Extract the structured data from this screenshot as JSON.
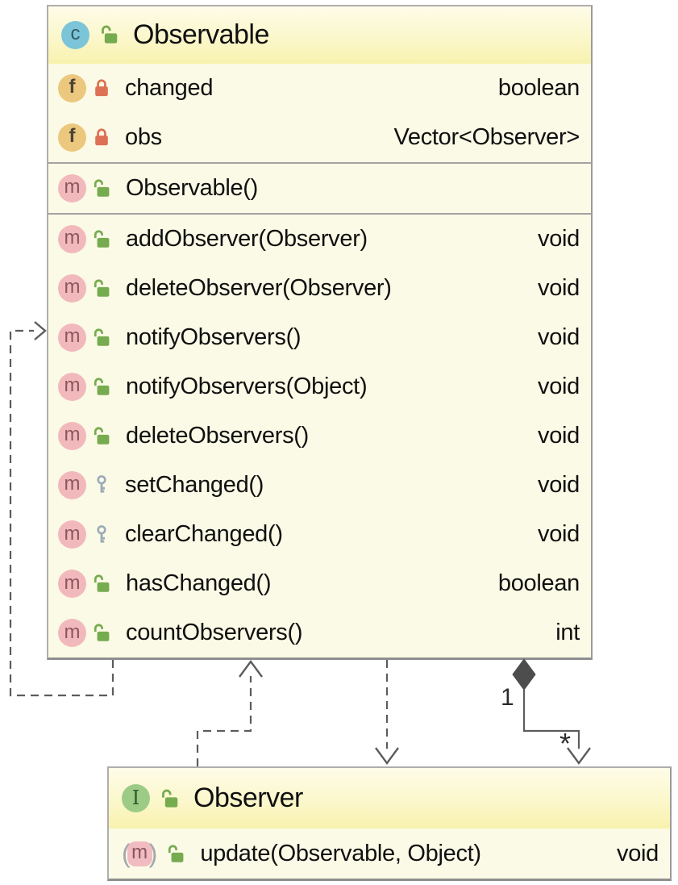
{
  "observable": {
    "kind": "class",
    "kind_letter": "c",
    "title": "Observable",
    "fields": [
      {
        "name": "changed",
        "type": "boolean",
        "visibility": "private"
      },
      {
        "name": "obs",
        "type": "Vector<Observer>",
        "visibility": "private"
      }
    ],
    "constructors": [
      {
        "name": "Observable()",
        "type": "",
        "visibility": "public"
      }
    ],
    "methods": [
      {
        "name": "addObserver(Observer)",
        "type": "void",
        "visibility": "public"
      },
      {
        "name": "deleteObserver(Observer)",
        "type": "void",
        "visibility": "public"
      },
      {
        "name": "notifyObservers()",
        "type": "void",
        "visibility": "public"
      },
      {
        "name": "notifyObservers(Object)",
        "type": "void",
        "visibility": "public"
      },
      {
        "name": "deleteObservers()",
        "type": "void",
        "visibility": "public"
      },
      {
        "name": "setChanged()",
        "type": "void",
        "visibility": "protected"
      },
      {
        "name": "clearChanged()",
        "type": "void",
        "visibility": "protected"
      },
      {
        "name": "hasChanged()",
        "type": "boolean",
        "visibility": "public"
      },
      {
        "name": "countObservers()",
        "type": "int",
        "visibility": "public"
      }
    ]
  },
  "observer": {
    "kind": "interface",
    "kind_letter": "I",
    "title": "Observer",
    "methods": [
      {
        "name": "update(Observable, Object)",
        "type": "void",
        "visibility": "public",
        "abstract": true
      }
    ]
  },
  "relations": {
    "aggregation": {
      "source_label": "1",
      "target_label": "*"
    }
  },
  "icons": {
    "class_letter": "c",
    "interface_letter": "I",
    "field_letter": "f",
    "method_letter": "m",
    "abstract_paren_left": "(",
    "abstract_paren_right": ")",
    "public_icon": "lock-open-icon",
    "private_icon": "lock-closed-icon",
    "protected_icon": "key-icon"
  },
  "colors": {
    "node_fill": "#fbfae6",
    "header_fill_top": "#fefce9",
    "header_fill_bottom": "#f8f2ae",
    "node_border": "#9b9b9b",
    "class_icon": "#7cc5d9",
    "interface_icon": "#9ccb86",
    "field_icon": "#ecc87e",
    "method_icon": "#f2b9bd",
    "public_lock": "#77ab50",
    "private_lock": "#dd7155",
    "protected_key": "#9cabb8",
    "edge": "#5c5c5c"
  }
}
